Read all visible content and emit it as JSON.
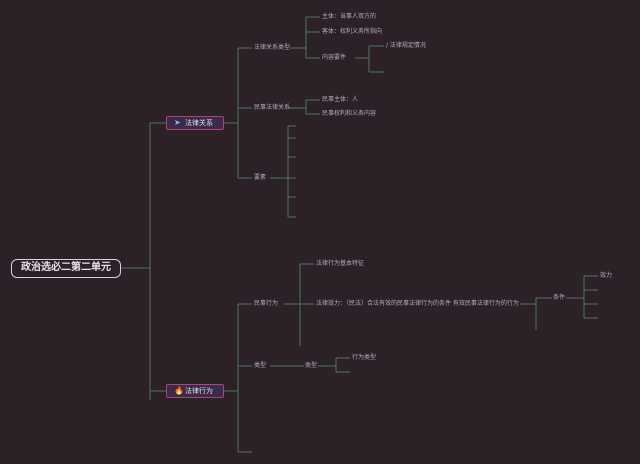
{
  "mindmap": {
    "root": {
      "label": "政治选必二第二单元"
    },
    "branches": [
      {
        "label": "法律关系",
        "icon": "paper-plane-icon",
        "children": [
          {
            "label": "法律关系类型",
            "children": [
              {
                "label": "主体：当事人双方的"
              },
              {
                "label": "客体：权利义务所指向"
              },
              {
                "label": "内容要件",
                "children": [
                  {
                    "label": "/ 法律规定情况"
                  }
                ]
              }
            ]
          },
          {
            "label": "民事法律关系",
            "children": [
              {
                "label": "民事主体：人"
              },
              {
                "label": "民事权利和义务内容"
              }
            ]
          },
          {
            "label": "要素",
            "children": []
          }
        ]
      },
      {
        "label": "法律行为",
        "icon": "fire-icon",
        "children": [
          {
            "label": "民事行为",
            "children": [
              {
                "label": "法律行为基本特征"
              },
              {
                "label": "法律效力：（民法）合法有效的民事法律行为的条件 有效民事法律行为的行为",
                "children": [
                  {
                    "label": "条件",
                    "children": [
                      {
                        "label": "效力"
                      }
                    ]
                  }
                ]
              }
            ]
          },
          {
            "label": "类型",
            "children": [
              {
                "label": "类型",
                "children": [
                  {
                    "label": "行为类型"
                  }
                ]
              }
            ]
          }
        ]
      }
    ]
  }
}
